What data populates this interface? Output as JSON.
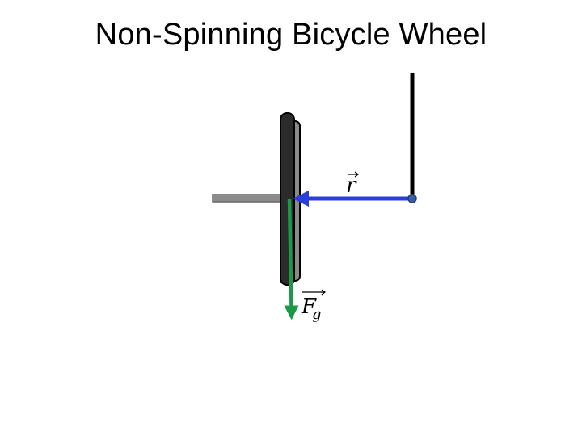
{
  "title": "Non-Spinning Bicycle Wheel",
  "labels": {
    "r_vector": "r",
    "gravity_force": "F",
    "gravity_subscript": "g"
  },
  "colors": {
    "axle": "#8c8c8c",
    "tire": "#2b2b2b",
    "rim": "#8a8a8a",
    "string": "#000000",
    "r_arrow": "#2b3fd6",
    "pivot": "#3a5ea8",
    "gravity_arrow": "#1a9a48"
  }
}
